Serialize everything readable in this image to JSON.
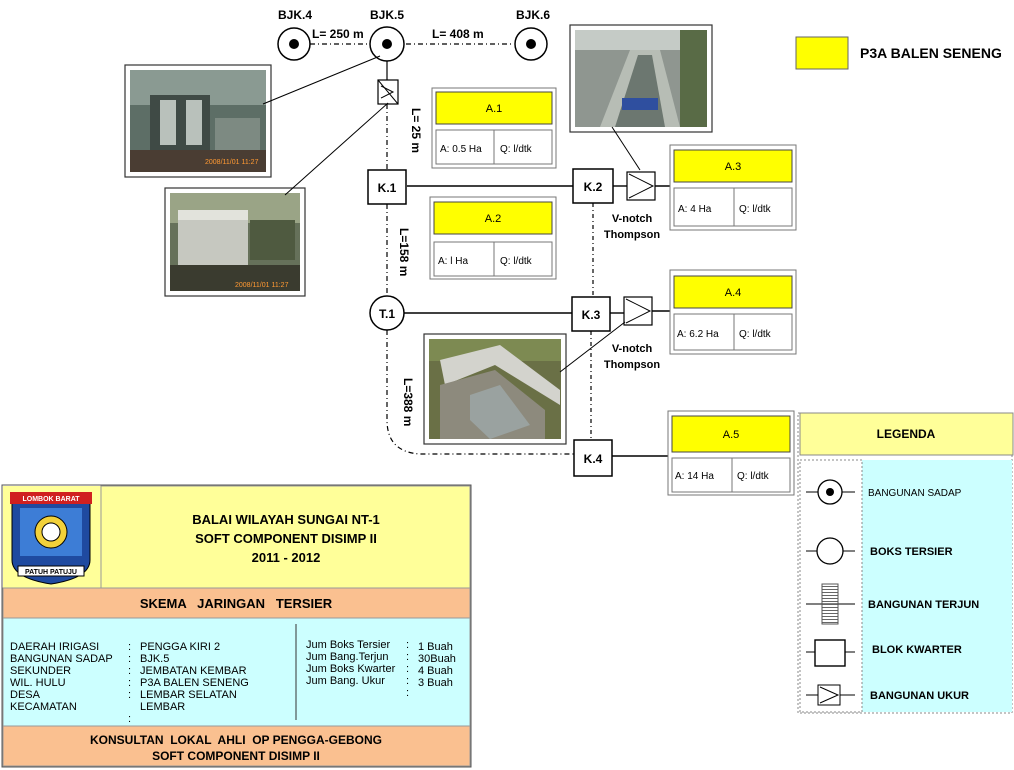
{
  "top_nodes": [
    {
      "label": "BJK.4"
    },
    {
      "label": "BJK.5"
    },
    {
      "label": "BJK.6"
    }
  ],
  "top_distances": [
    "L= 250 m",
    "L= 408 m"
  ],
  "vertical_distances": [
    "L= 25 m",
    "L=158 m",
    "L=388 m"
  ],
  "boxes": [
    "K.1",
    "K.2",
    "K.3",
    "K.4"
  ],
  "tee": "T.1",
  "vnotch_label": [
    "V-notch",
    "Thompson"
  ],
  "blocks": [
    {
      "name": "A.1",
      "area": "A: 0.5 Ha",
      "flow": "Q:  l/dtk"
    },
    {
      "name": "A.2",
      "area": "A: l Ha",
      "flow": "Q:  l/dtk"
    },
    {
      "name": "A.3",
      "area": "A: 4 Ha",
      "flow": "Q:  l/dtk"
    },
    {
      "name": "A.4",
      "area": "A: 6.2 Ha",
      "flow": "Q:  l/dtk"
    },
    {
      "name": "A.5",
      "area": "A: 14 Ha",
      "flow": "Q:  l/dtk"
    }
  ],
  "photo_caption": "2008/11/01 11:27",
  "key_label": "P3A BALEN SENENG",
  "legend": {
    "title": "LEGENDA",
    "items": [
      "BANGUNAN SADAP",
      "BOKS  TERSIER",
      "BANGUNAN TERJUN",
      "BLOK  KWARTER",
      "BANGUNAN  UKUR"
    ]
  },
  "title_block": {
    "logo_top": "LOMBOK BARAT",
    "logo_bottom": "PATUH PATUJU",
    "heading": [
      "BALAI WILAYAH SUNGAI NT-1",
      "SOFT COMPONENT DISIMP II",
      "2011 - 2012"
    ],
    "scheme": "SKEMA   JARINGAN   TERSIER",
    "info_labels": [
      "DAERAH IRIGASI",
      "BANGUNAN SADAP",
      "SEKUNDER",
      "WIL. HULU",
      "DESA",
      "KECAMATAN"
    ],
    "info_values": [
      "PENGGA KIRI 2",
      "BJK.5",
      "JEMBATAN KEMBAR",
      "P3A BALEN SENENG",
      "LEMBAR SELATAN",
      "LEMBAR"
    ],
    "count_labels": [
      "Jum Boks Tersier",
      "Jum Bang.Terjun",
      "Jum Boks Kwarter",
      "Jum Bang. Ukur"
    ],
    "count_values": [
      "1 Buah",
      "30Buah",
      "4 Buah",
      "3 Buah"
    ],
    "footer": [
      "KONSULTAN  LOKAL  AHLI  OP PENGGA-GEBONG",
      "SOFT COMPONENT DISIMP II"
    ]
  },
  "colors": {
    "yellow": "#ffff00",
    "beige": "#ffff99",
    "peach": "#fac090",
    "cyan": "#ccffff",
    "legend_yellow": "#ffff99"
  }
}
